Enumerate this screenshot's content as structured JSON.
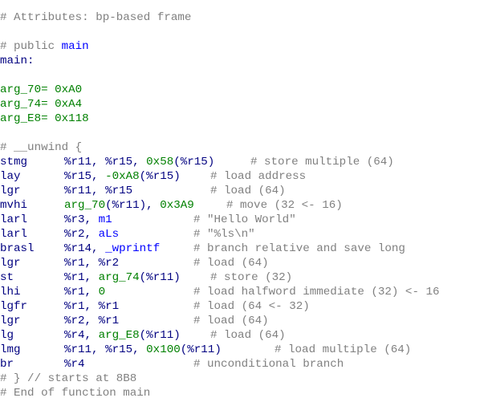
{
  "header": {
    "attributes_comment": "# Attributes: bp-based frame"
  },
  "func": {
    "public_comment": "# public ",
    "public_name": "main",
    "label": "main:"
  },
  "args": [
    {
      "name": "arg_70",
      "value": "0xA0"
    },
    {
      "name": "arg_74",
      "value": "0xA4"
    },
    {
      "name": "arg_E8",
      "value": "0x118"
    }
  ],
  "unwind_comment": "# __unwind {",
  "instructions": [
    {
      "mnem": "stmg",
      "ops": "%r11, %r15, ",
      "num": "0x58",
      "ops2": "(%r15)",
      "comment": "# store multiple (64)"
    },
    {
      "mnem": "lay",
      "ops": "%r15, ",
      "num": "-0xA8",
      "ops2": "(%r15)",
      "comment": "# load address"
    },
    {
      "mnem": "lgr",
      "ops": "%r11, %r15",
      "num": "",
      "ops2": "",
      "comment": "# load (64)"
    },
    {
      "mnem": "mvhi",
      "ops": "",
      "num": "arg_70",
      "ops2": "(%r11), ",
      "num2": "0x3A9",
      "comment": "# move (32 <- 16)"
    },
    {
      "mnem": "larl",
      "ops": "%r3, ",
      "blu": "m1",
      "ops2": "",
      "comment": "# \"Hello World\""
    },
    {
      "mnem": "larl",
      "ops": "%r2, ",
      "blu": "aLs",
      "ops2": "",
      "comment": "# \"%ls\\n\""
    },
    {
      "mnem": "brasl",
      "ops": "%r14, ",
      "blu": "_wprintf",
      "ops2": "",
      "comment": "# branch relative and save long"
    },
    {
      "mnem": "lgr",
      "ops": "%r1, %r2",
      "num": "",
      "ops2": "",
      "comment": "# load (64)"
    },
    {
      "mnem": "st",
      "ops": "%r1, ",
      "num": "arg_74",
      "ops2": "(%r11)",
      "comment": "# store (32)"
    },
    {
      "mnem": "lhi",
      "ops": "%r1, ",
      "num": "0",
      "ops2": "",
      "comment": "# load halfword immediate (32) <- 16"
    },
    {
      "mnem": "lgfr",
      "ops": "%r1, %r1",
      "num": "",
      "ops2": "",
      "comment": "# load (64 <- 32)"
    },
    {
      "mnem": "lgr",
      "ops": "%r2, %r1",
      "num": "",
      "ops2": "",
      "comment": "# load (64)"
    },
    {
      "mnem": "lg",
      "ops": "%r4, ",
      "num": "arg_E8",
      "ops2": "(%r11)",
      "comment": "# load (64)"
    },
    {
      "mnem": "lmg",
      "ops": "%r11, %r15, ",
      "num": "0x100",
      "ops2": "(%r11)",
      "comment": "# load multiple (64)"
    },
    {
      "mnem": "br",
      "ops": "%r4",
      "num": "",
      "ops2": "",
      "comment": "# unconditional branch"
    }
  ],
  "end_unwind": "# } // starts at 8B8",
  "end_function": "# End of function main"
}
